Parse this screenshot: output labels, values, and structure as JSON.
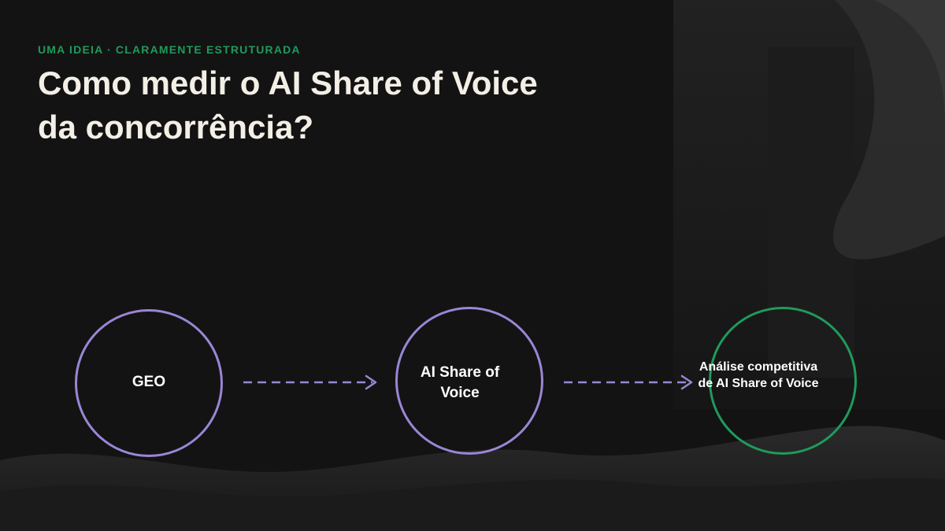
{
  "header": {
    "eyebrow": "UMA IDEIA · CLARAMENTE ESTRUTURADA",
    "title": "Como medir o AI Share of Voice da concorrência?"
  },
  "flow": {
    "nodes": [
      {
        "label": "GEO",
        "color": "#9a86d6"
      },
      {
        "label": "AI Share of Voice",
        "color": "#9a86d6"
      },
      {
        "label": "Análise competitiva de AI Share of Voice",
        "color": "#1f9a5c"
      }
    ],
    "connector_color": "#9a86d6"
  },
  "colors": {
    "background": "#131313",
    "accent_green": "#1f9a5c",
    "accent_purple": "#9a86d6",
    "title": "#f3efe6"
  }
}
